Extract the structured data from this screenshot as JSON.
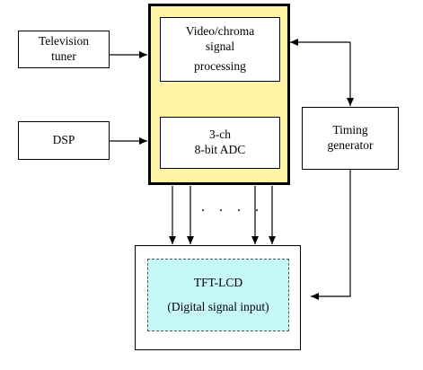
{
  "diagram": {
    "tv_tuner": [
      "Television",
      "tuner"
    ],
    "dsp": "DSP",
    "video_chroma": [
      "Video/chroma",
      "signal",
      "processing"
    ],
    "adc": [
      "3-ch",
      "8-bit ADC"
    ],
    "timing": [
      "Timing",
      "generator"
    ],
    "lcd_title": "TFT-LCD",
    "lcd_subtitle": "(Digital signal input)",
    "dots": ". . . ."
  }
}
